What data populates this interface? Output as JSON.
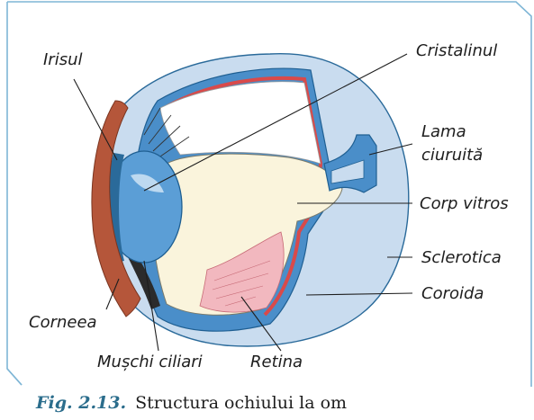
{
  "labels": {
    "irisul": "Irisul",
    "cristalinul": "Cristalinul",
    "lama_line1": "Lama",
    "lama_line2": "ciuruită",
    "corp_vitros": "Corp vitros",
    "sclerotica": "Sclerotica",
    "coroida": "Coroida",
    "corneea": "Corneea",
    "muschi_ciliari": "Mușchi ciliari",
    "retina": "Retina"
  },
  "caption": {
    "number": "Fig. 2.13.",
    "text": "Structura ochiului la om"
  },
  "colors": {
    "frame": "#7fb6d6",
    "sclera": "#c9dcef",
    "choroid": "#4a8ec9",
    "retina_red": "#d94a4a",
    "vitreous": "#faf4dc",
    "lens": "#5b9ed6",
    "cornea_brown": "#b5563a",
    "retina_pink": "#f2b8bf"
  }
}
